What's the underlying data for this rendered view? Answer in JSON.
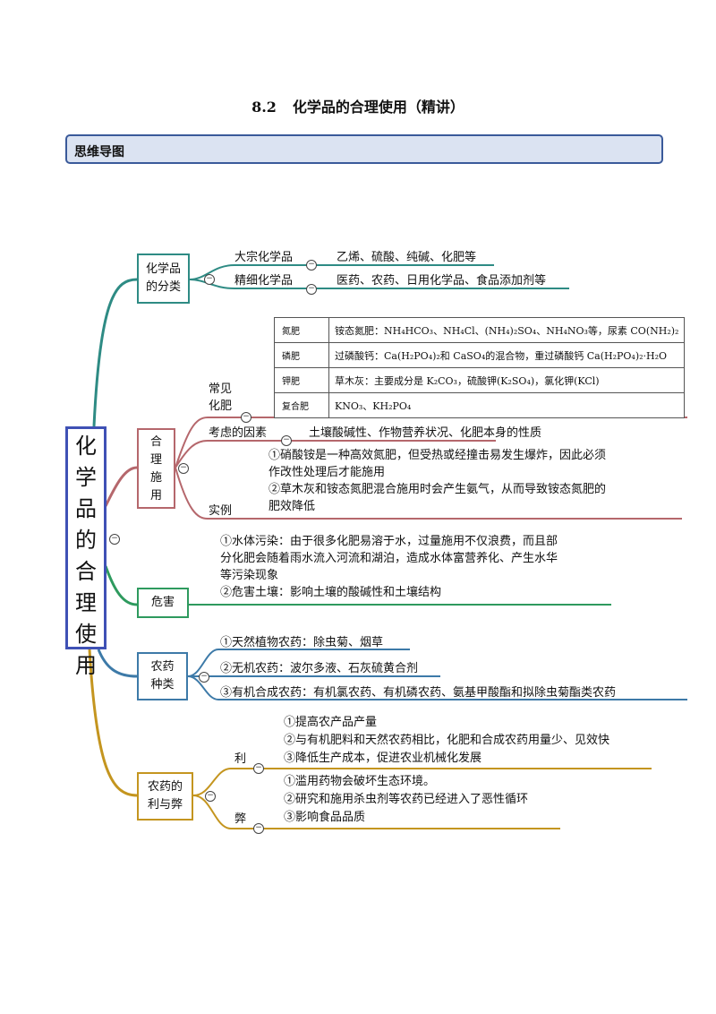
{
  "header": {
    "number": "8.2",
    "title": "化学品的合理使用（精讲）"
  },
  "section": {
    "label": "思维导图"
  },
  "root": {
    "chars": [
      "化",
      "学",
      "品",
      "的",
      "合",
      "理",
      "使",
      "用"
    ]
  },
  "branches": {
    "classification": {
      "label_lines": [
        "化学品",
        "的分类"
      ],
      "items": [
        {
          "name": "大宗化学品",
          "value": "乙烯、硫酸、纯碱、化肥等"
        },
        {
          "name": "精细化学品",
          "value": "医药、农药、日用化学品、食品添加剂等"
        }
      ]
    },
    "rational_use": {
      "label": "合理施用",
      "common_fert_label": "常见化肥",
      "fertilizer_table": [
        {
          "type": "氮肥",
          "desc": "铵态氮肥：NH₄HCO₃、NH₄Cl、(NH₄)₂SO₄、NH₄NO₃等，尿素 CO(NH₂)₂"
        },
        {
          "type": "磷肥",
          "desc": "过磷酸钙：Ca(H₂PO₄)₂和 CaSO₄的混合物，重过磷酸钙 Ca(H₂PO₄)₂·H₂O"
        },
        {
          "type": "钾肥",
          "desc": "草木灰：主要成分是 K₂CO₃，硫酸钾(K₂SO₄)，氯化钾(KCl)"
        },
        {
          "type": "复合肥",
          "desc": "KNO₃、KH₂PO₄"
        }
      ],
      "factors": {
        "name": "考虑的因素",
        "value": "土壤酸碱性、作物营养状况、化肥本身的性质"
      },
      "example": {
        "name": "实例",
        "lines": [
          "①硝酸铵是一种高效氮肥，但受热或经撞击易发生爆炸，因此必须",
          "作改性处理后才能施用",
          "②草木灰和铵态氮肥混合施用时会产生氨气，从而导致铵态氮肥的",
          "肥效降低"
        ]
      }
    },
    "harm": {
      "label": "危害",
      "lines": [
        "①水体污染：由于很多化肥易溶于水，过量施用不仅浪费，而且部",
        "分化肥会随着雨水流入河流和湖泊，造成水体富营养化、产生水华",
        "等污染现象",
        "②危害土壤：影响土壤的酸碱性和土壤结构"
      ]
    },
    "pesticide_types": {
      "label_lines": [
        "农药",
        "种类"
      ],
      "items": [
        "①天然植物农药：除虫菊、烟草",
        "②无机农药：波尔多液、石灰硫黄合剂",
        "③有机合成农药：有机氯农药、有机磷农药、氨基甲酸酯和拟除虫菊酯类农药"
      ]
    },
    "pros_cons": {
      "label_lines": [
        "农药的",
        "利与弊"
      ],
      "pros": {
        "name": "利",
        "lines": [
          "①提高农产品产量",
          "②与有机肥料和天然农药相比，化肥和合成农药用量少、见效快",
          "③降低生产成本，促进农业机械化发展"
        ]
      },
      "cons": {
        "name": "弊",
        "lines": [
          "①滥用药物会破坏生态环境。",
          "②研究和施用杀虫剂等农药已经进入了恶性循环",
          "③影响食品品质"
        ]
      }
    }
  },
  "colors": {
    "section_border": "#3a5a9a",
    "section_fill": "#dbe3f2",
    "root_border": "#3f51b5",
    "classification": "#2e8b84",
    "rational_use": "#b5676c",
    "harm": "#2e9a5e",
    "pesticide_types": "#3d7aa8",
    "pros_cons": "#c4951f"
  }
}
